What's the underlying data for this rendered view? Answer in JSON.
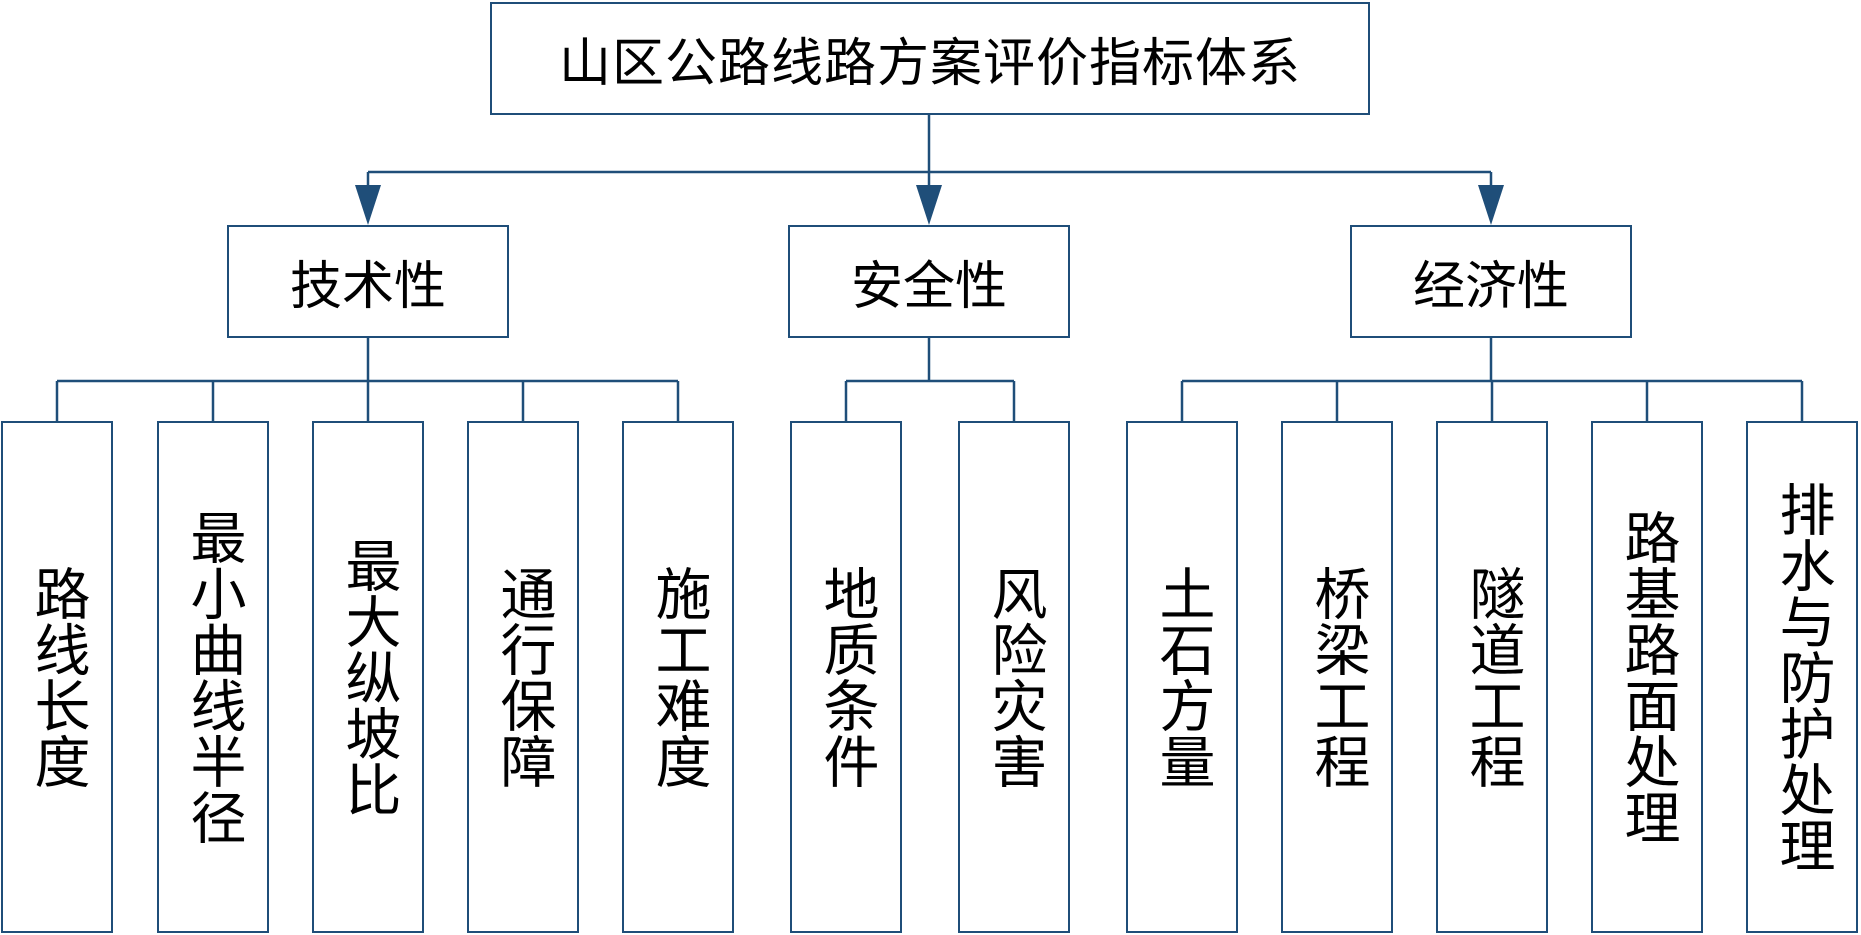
{
  "colors": {
    "border": "#1f4e79",
    "line": "#1f4e79",
    "text": "#000000",
    "background": "#ffffff"
  },
  "root": {
    "label": "山区公路线路方案评价指标体系"
  },
  "categories": [
    {
      "label": "技术性",
      "items": [
        "路线长度",
        "最小曲线半径",
        "最大纵坡比",
        "通行保障",
        "施工难度"
      ]
    },
    {
      "label": "安全性",
      "items": [
        "地质条件",
        "风险灾害"
      ]
    },
    {
      "label": "经济性",
      "items": [
        "土石方量",
        "桥梁工程",
        "隧道工程",
        "路基路面处理",
        "排水与防护处理"
      ]
    }
  ]
}
